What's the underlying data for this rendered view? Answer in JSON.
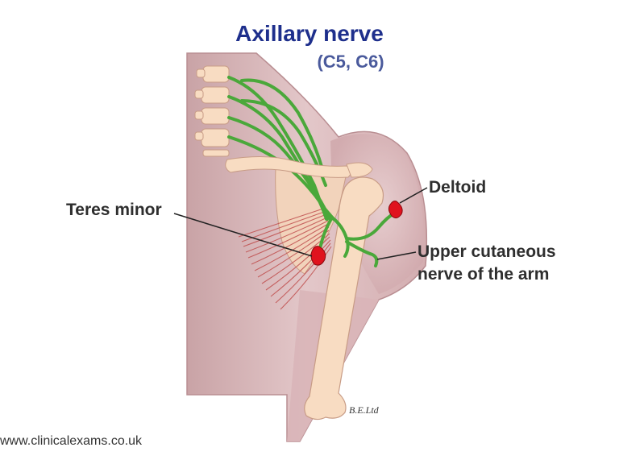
{
  "title": "Axillary nerve",
  "subtitle": "(C5, C6)",
  "labels": {
    "deltoid": "Deltoid",
    "teres_minor": "Teres minor",
    "upper_cutaneous_line1": "Upper cutaneous",
    "upper_cutaneous_line2": "nerve of the arm"
  },
  "signature": "B.E.Ltd",
  "footer": "www.clinicalexams.co.uk",
  "colors": {
    "title": "#1e2f8c",
    "subtitle": "#4a5a9c",
    "body_region": "#dcbcbf",
    "bone": "#f8dcc2",
    "nerve": "#4aa83a",
    "muscle": "#c0504f",
    "target_marker": "#e0121e"
  }
}
